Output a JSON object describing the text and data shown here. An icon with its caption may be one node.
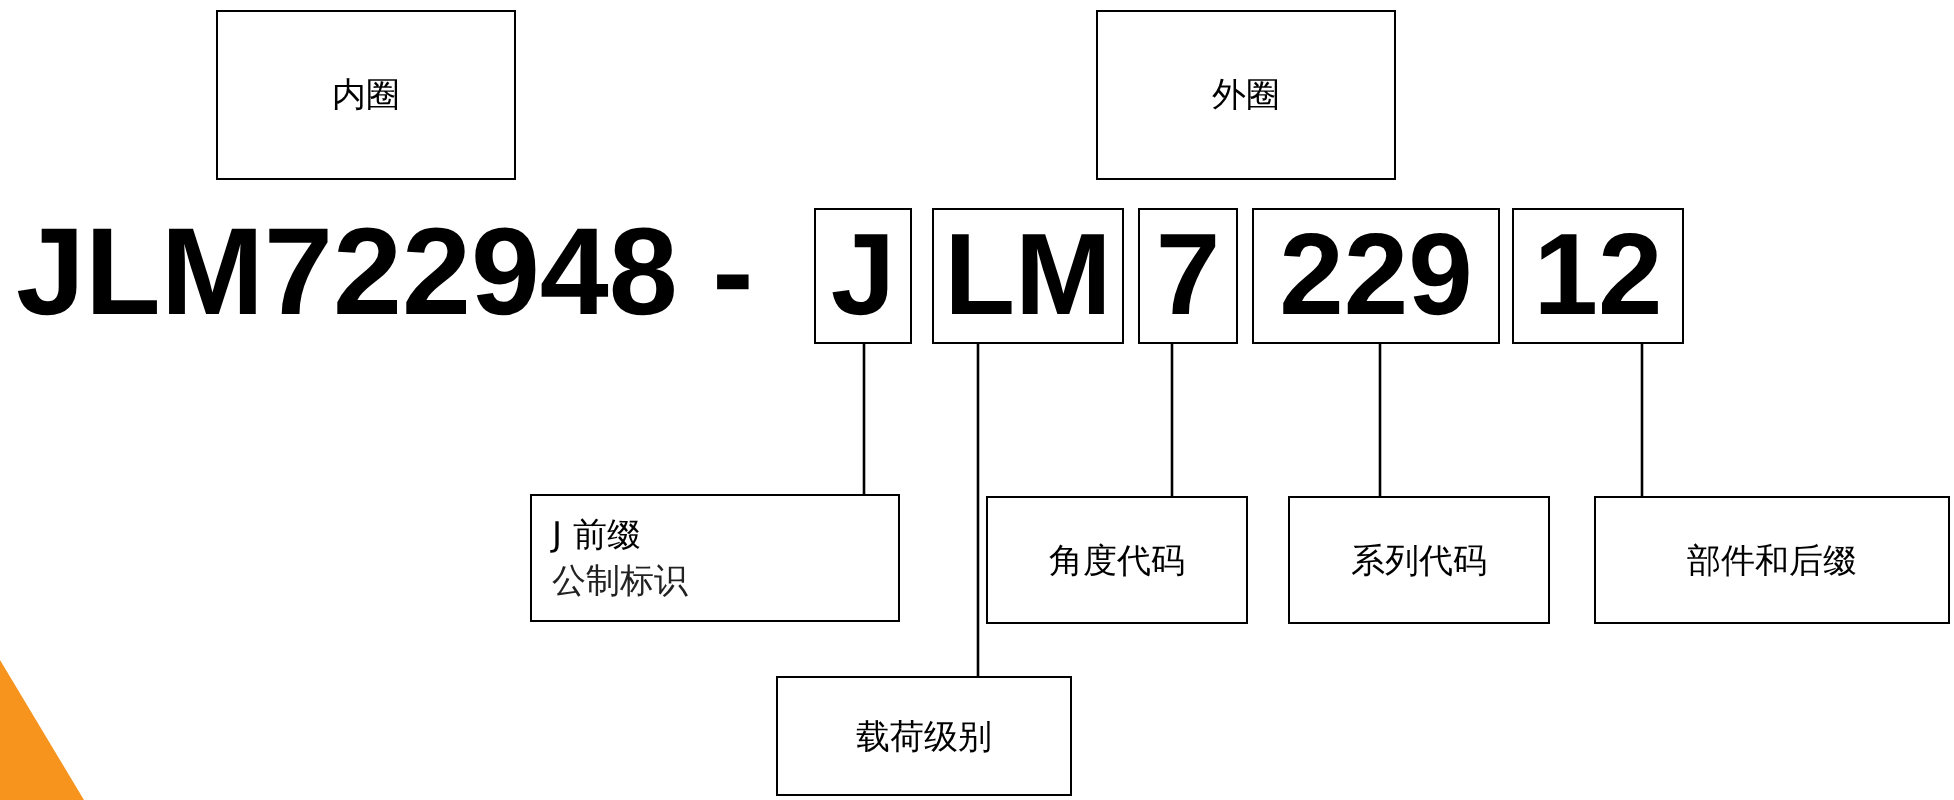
{
  "diagram": {
    "nodes": [
      {
        "text": [
          "内圈"
        ]
      },
      {
        "text": [
          "外圈"
        ]
      },
      {
        "text": [
          "J"
        ]
      },
      {
        "text": [
          "LM"
        ]
      },
      {
        "text": [
          "7"
        ]
      },
      {
        "text": [
          "229"
        ]
      },
      {
        "text": [
          "12"
        ]
      },
      {
        "text": [
          "J 前缀",
          "公制标识"
        ]
      },
      {
        "text": [
          "角度代码"
        ]
      },
      {
        "text": [
          "系列代码"
        ]
      },
      {
        "text": [
          "部件和后缀"
        ]
      },
      {
        "text": [
          "载荷级别"
        ]
      }
    ],
    "edges": [
      {
        "from": 2,
        "to": 7,
        "arrow": "none"
      },
      {
        "from": 3,
        "to": 11,
        "arrow": "none"
      },
      {
        "from": 4,
        "to": 8,
        "arrow": "none"
      },
      {
        "from": 5,
        "to": 9,
        "arrow": "none"
      },
      {
        "from": 6,
        "to": 10,
        "arrow": "none"
      }
    ],
    "labels": [
      "JLM722948 -"
    ]
  }
}
